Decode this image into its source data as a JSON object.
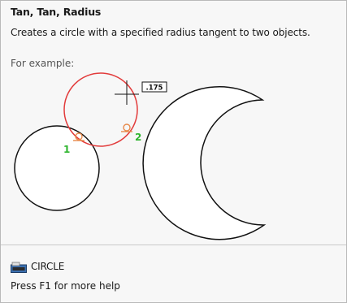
{
  "tooltip": {
    "title": "Tan, Tan, Radius",
    "description": "Creates a circle with a specified radius tangent to two objects.",
    "example_label": "For example:",
    "illustration": {
      "radius_readout": ".175",
      "tangent_label_1": "1",
      "tangent_label_2": "2",
      "colors": {
        "circle_new": "#e23b3b",
        "tangent_marker": "#e8894a",
        "label": "#2fb52f",
        "outline": "#111111"
      }
    },
    "command": {
      "icon": "circle-command-icon",
      "name": "CIRCLE"
    },
    "help_text": "Press F1 for more help"
  }
}
